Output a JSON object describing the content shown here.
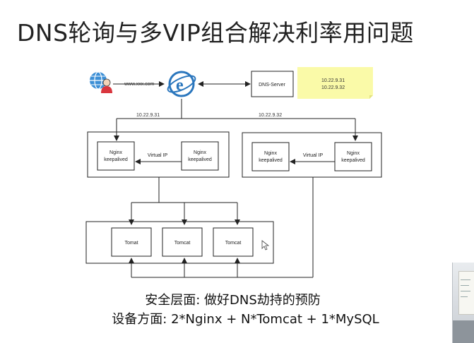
{
  "title": "DNS轮询与多VIP组合解决利率用问题",
  "client_url": "www.xxx.com",
  "dns_server": "DNS-Server",
  "dns_records": [
    "10.22.9.31",
    "10.22.9.32"
  ],
  "vip_left": "10.22.9.31",
  "vip_right": "10.22.9.32",
  "nginx_label_line1": "Nginx",
  "nginx_label_line2": "keepalived",
  "virtual_ip": "Virtual IP",
  "tomcat_labels": [
    "Tomat",
    "Tomcat",
    "Tomcat"
  ],
  "captions": [
    "安全层面: 做好DNS劫持的预防",
    "设备方面: 2*Nginx + N*Tomcat + 1*MySQL"
  ],
  "colors": {
    "note_bg": "#fafaa8",
    "browser_blue": "#2a76bd",
    "globe_blue": "#3c8fd6",
    "user_red": "#d9363e"
  }
}
